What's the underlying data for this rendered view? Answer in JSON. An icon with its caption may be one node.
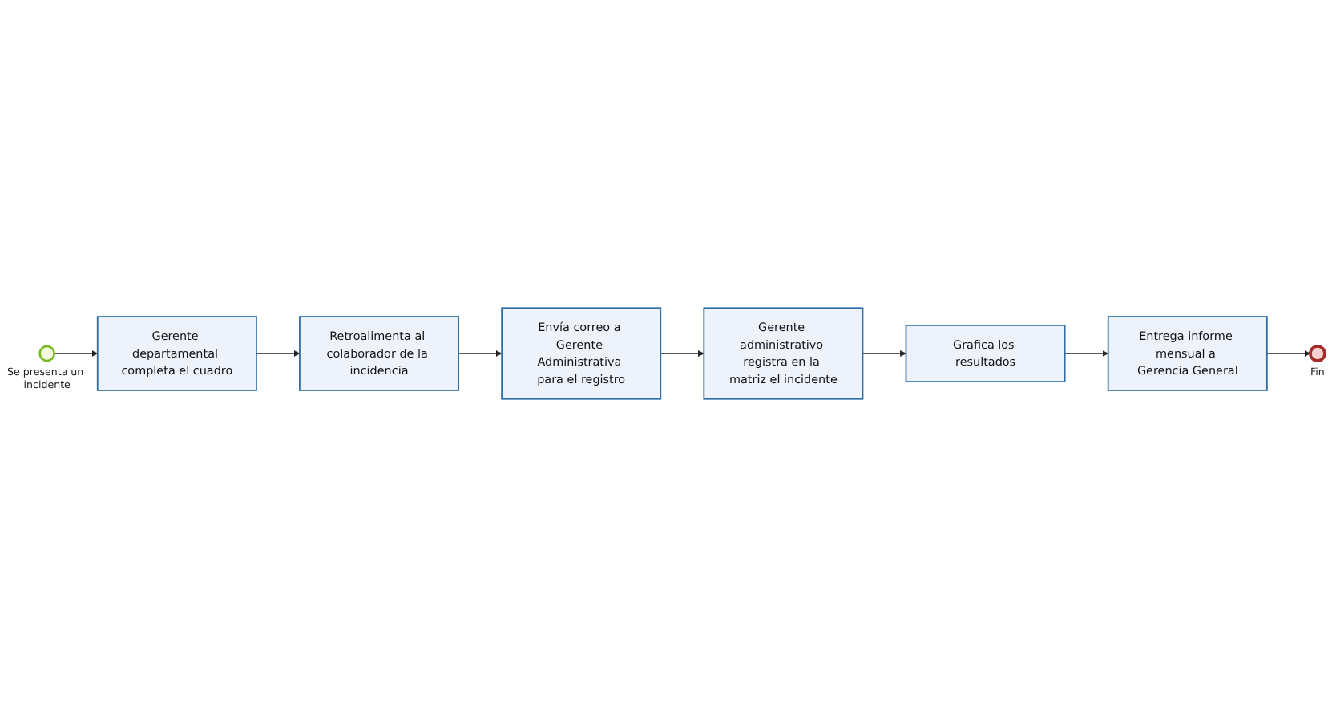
{
  "diagram": {
    "nodes": [
      {
        "text": [],
        "shape": "circle",
        "beside": [
          "Se presenta un incidente"
        ]
      },
      {
        "text": [
          "Gerente departamental completa el cuadro"
        ]
      },
      {
        "text": [
          "Retroalimenta al colaborador de la incidencia"
        ]
      },
      {
        "text": [
          "Envía correo a Gerente Administrativa para el registro"
        ]
      },
      {
        "text": [
          "Gerente administrativo registra en la matriz el incidente"
        ]
      },
      {
        "text": [
          "Grafica los resultados"
        ]
      },
      {
        "text": [
          "Entrega informe mensual a Gerencia General"
        ]
      },
      {
        "text": [],
        "shape": "circle",
        "beside": [
          "Fin"
        ]
      }
    ],
    "edges": [
      {
        "from": 0,
        "to": 1,
        "arrow": "to"
      },
      {
        "from": 1,
        "to": 2,
        "arrow": "to"
      },
      {
        "from": 2,
        "to": 3,
        "arrow": "to"
      },
      {
        "from": 3,
        "to": 4,
        "arrow": "to"
      },
      {
        "from": 4,
        "to": 5,
        "arrow": "to"
      },
      {
        "from": 5,
        "to": 6,
        "arrow": "to"
      },
      {
        "from": 6,
        "to": 7,
        "arrow": "to"
      }
    ]
  }
}
